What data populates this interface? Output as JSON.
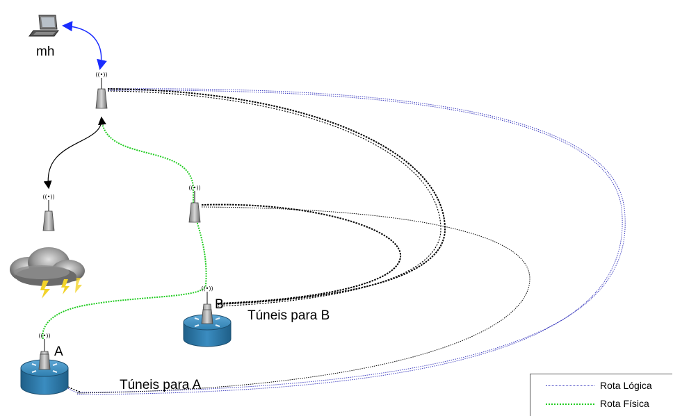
{
  "nodes": {
    "mh_label": "mh",
    "router_a_label": "A",
    "router_b_label": "B"
  },
  "annotations": {
    "tunnels_a": "Túneis para A",
    "tunnels_b": "Túneis para B"
  },
  "legend": {
    "logical_route": {
      "label": "Rota Lógica",
      "color": "#4040c0"
    },
    "physical_route": {
      "label": "Rota Física",
      "color": "#22cc22"
    }
  },
  "colors": {
    "wireless_link": "#1a2cff",
    "tunnel": "#000000",
    "router_body": "#2f7fb0"
  }
}
